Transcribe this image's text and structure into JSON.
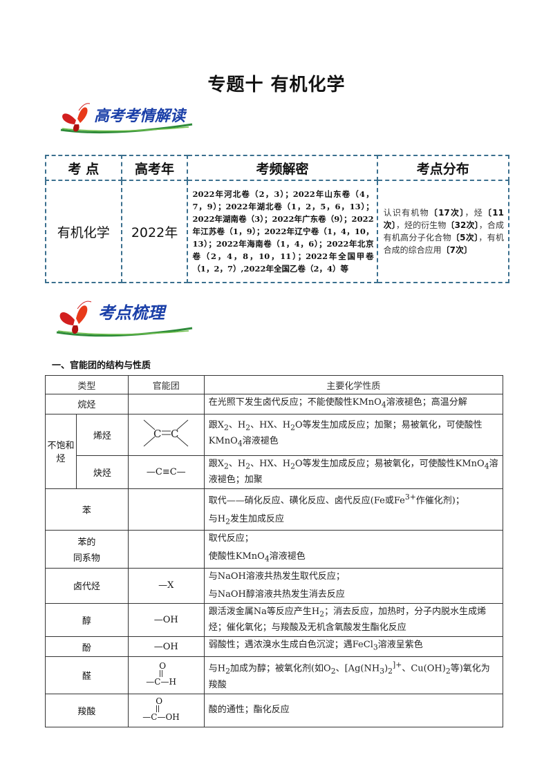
{
  "title": "专题十  有机化学",
  "banner1": {
    "text": "高考考情解读"
  },
  "banner2": {
    "text": "考点梳理"
  },
  "overview": {
    "headers": [
      "考 点",
      "高考年",
      "考频解密",
      "考点分布"
    ],
    "topic": "有机化学",
    "year": "2022年",
    "freq": "2022年河北卷（2，3）；2022年山东卷（4，7，9）；2022年湖北卷（1，2，5，6，13）；2022年湖南卷（3）；2022年广东卷（9）；2022年江苏卷（1，9）；2022年辽宁卷（1，4，10，13）；2022年海南卷（1，4，6）；2022年北京卷（2，4，8，10，11）；2022年全国甲卷（1，2，7）,2022年全国乙卷（2，4）等",
    "dist": {
      "p1": "认识有机物",
      "b1": "〔17次〕",
      "p2": "，烃",
      "b2": "〔11次〕",
      "p3": "，烃的衍生物",
      "b3": "〔32次〕",
      "p4": "，合成有机高分子化合物",
      "b4": "〔5次〕",
      "p5": "，有机合成的综合应用",
      "b5": "〔7次〕"
    }
  },
  "section1": {
    "heading": "一、官能团的结构与性质"
  },
  "main_table": {
    "headers": {
      "type": "类型",
      "group": "官能团",
      "props": "主要化学性质"
    },
    "alkane": {
      "type": "烷烃",
      "p1": "在光照下发生卤代反应；不能使酸性KMnO",
      "sub1": "4",
      "p2": "溶液褪色；高温分解"
    },
    "unsat": {
      "label": "不饱和烃"
    },
    "alkene": {
      "type": "烯烃",
      "p1": "跟X",
      "s1": "2",
      "p2": "、H",
      "s2": "2",
      "p3": "、HX、H",
      "s3": "2",
      "p4": "O等发生加成反应；加聚；易被氧化，可使酸性KMnO",
      "s4": "4",
      "p5": "溶液褪色"
    },
    "alkyne": {
      "type": "炔烃",
      "group": "—C≡C—",
      "p1": "跟X",
      "s1": "2",
      "p2": "、H",
      "s2": "2",
      "p3": "、HX、H",
      "s3": "2",
      "p4": "O等发生加成反应；易被氧化，可使酸性KMnO",
      "s4": "4",
      "p5": "溶液褪色；加聚"
    },
    "benzene": {
      "type": "苯",
      "l1a": "取代——硝化反应、磺化反应、卤代反应(Fe或Fe",
      "l1sup": "3+",
      "l1b": "作催化剂)；",
      "l2a": "与H",
      "l2sub": "2",
      "l2b": "发生加成反应"
    },
    "homolog": {
      "type1": "苯的",
      "type2": "同系物",
      "l1": "取代反应；",
      "l2a": "使酸性KMnO",
      "l2sub": "4",
      "l2b": "溶液褪色"
    },
    "halide": {
      "type": "卤代烃",
      "group": "—X",
      "l1": "与NaOH溶液共热发生取代反应；",
      "l2": "与NaOH醇溶液共热发生消去反应"
    },
    "alcohol": {
      "type": "醇",
      "group": "—OH",
      "p1": "跟活泼金属Na等反应产生H",
      "s1": "2",
      "p2": "；消去反应，加热时，分子内脱水生成烯烃；催化氧化；与羧酸及无机含氧酸发生酯化反应"
    },
    "phenol": {
      "type": "酚",
      "group": "—OH",
      "p1": "弱酸性；遇浓溴水生成白色沉淀；遇FeCl",
      "s1": "3",
      "p2": "溶液呈紫色"
    },
    "aldehyde": {
      "type": "醛",
      "f_o": "O",
      "f_main": "—C—H",
      "p1": "与H",
      "s1": "2",
      "p2": "加成为醇；被氧化剂(如O",
      "s2": "2",
      "p3": "、[Ag(NH",
      "s3": "3",
      "p4": ")",
      "s4": "2",
      "sup4": "]+",
      "p5": "、Cu(OH)",
      "s5": "2",
      "p6": "等)氧化为羧酸"
    },
    "acid": {
      "type": "羧酸",
      "f_o": "O",
      "f_main": "—C—OH",
      "props": "酸的通性；酯化反应"
    }
  }
}
